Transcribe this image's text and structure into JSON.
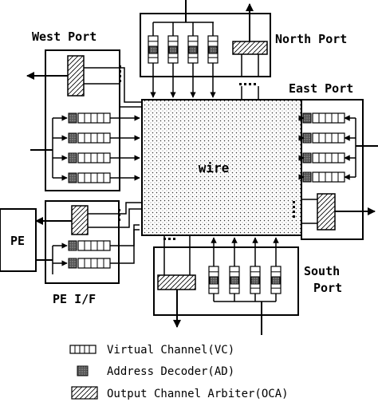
{
  "diagram": {
    "center_label": "wire",
    "ports": {
      "west": "West Port",
      "north": "North Port",
      "east": "East Port",
      "south_line1": "South",
      "south_line2": "Port",
      "pe_if": "PE I/F",
      "pe": "PE"
    },
    "legend": {
      "vc": "Virtual Channel(VC)",
      "ad": "Address Decoder(AD)",
      "oca": "Output Channel Arbiter(OCA)"
    },
    "colors": {
      "line": "#000000",
      "fill": "#ffffff",
      "wire_dots": "#333333",
      "ad_fill": "#555555"
    }
  }
}
